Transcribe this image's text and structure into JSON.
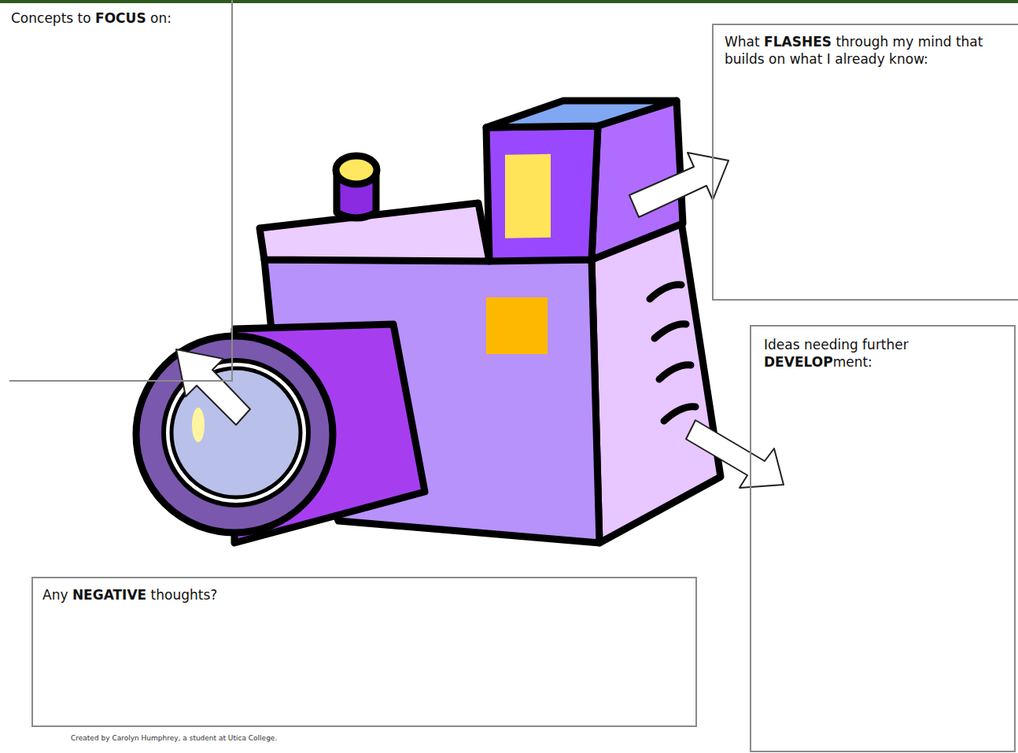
{
  "diagram": {
    "nodes": [
      {
        "text": [
          "Concepts to FOCUS on:"
        ]
      },
      {
        "text": [
          "What FLASHES through my mind that builds on what I already know:"
        ]
      },
      {
        "text": [
          "Ideas needing further DEVELOPment:"
        ]
      },
      {
        "text": [
          "Any NEGATIVE thoughts?"
        ]
      }
    ],
    "labels": [
      "Created by Carolyn Humphrey, a student at Utica College."
    ]
  }
}
